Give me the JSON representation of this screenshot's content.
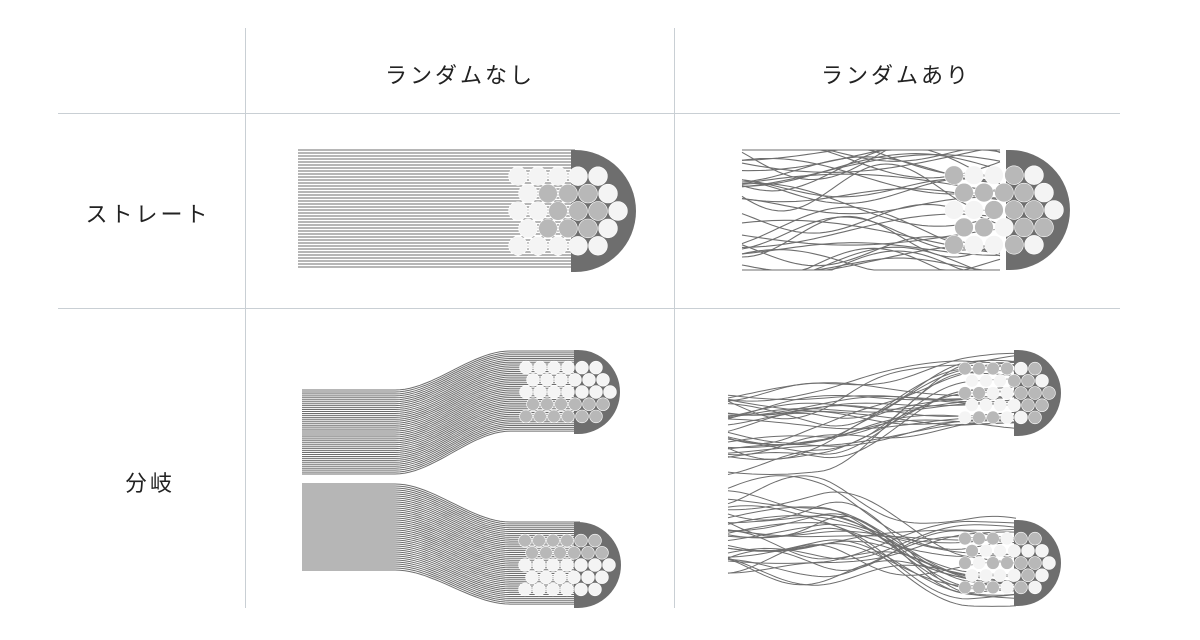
{
  "columns": {
    "no_random": "ランダムなし",
    "random": "ランダムあり"
  },
  "rows": {
    "straight": "ストレート",
    "branch": "分岐"
  },
  "colors": {
    "fiber": "#6e6e6e",
    "jacket": "#6e6e6e",
    "dot_light": "#f4f4f4",
    "dot_mid": "#b8b8b8",
    "grid_line": "#c9cfd4"
  }
}
